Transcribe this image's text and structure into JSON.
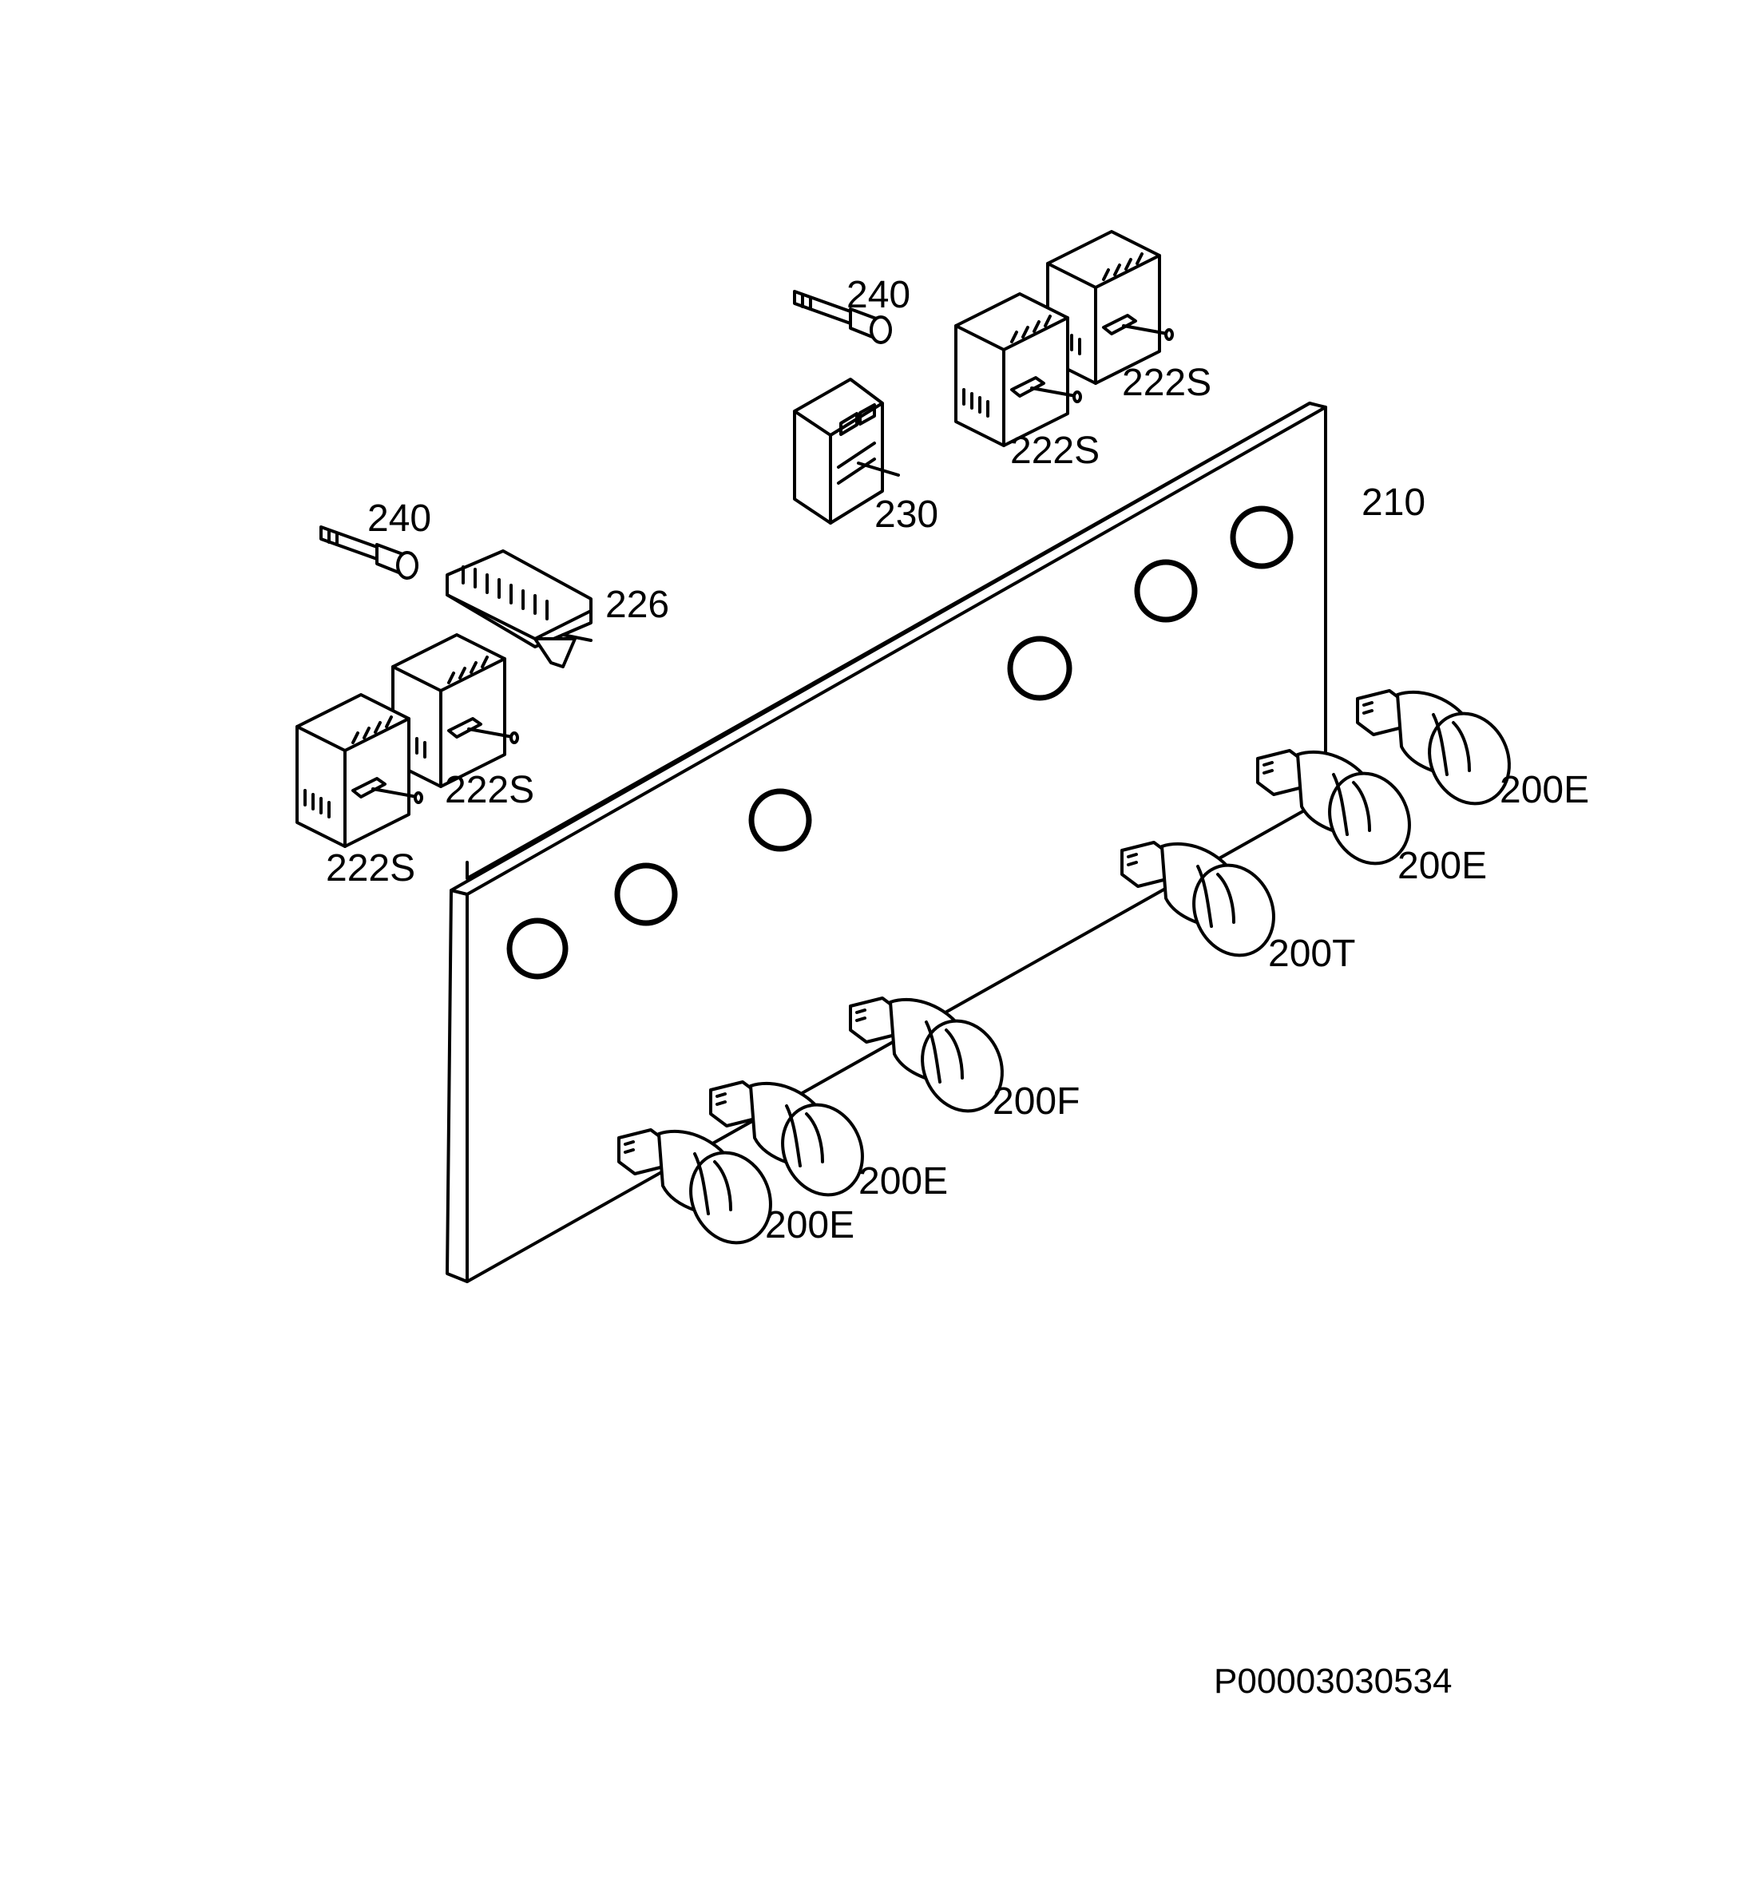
{
  "diagram": {
    "labels": {
      "panel": "210",
      "selector": "226",
      "regulator": "230",
      "shaft_left": "240",
      "shaft_top": "240",
      "energy_reg_left_front": "222S",
      "energy_reg_left_back": "222S",
      "energy_reg_right_front": "222S",
      "energy_reg_right_back": "222S",
      "knob_1": "200E",
      "knob_2": "200E",
      "knob_3": "200F",
      "knob_4": "200T",
      "knob_5": "200E",
      "knob_6": "200E"
    },
    "part_number": "P00003030534"
  }
}
